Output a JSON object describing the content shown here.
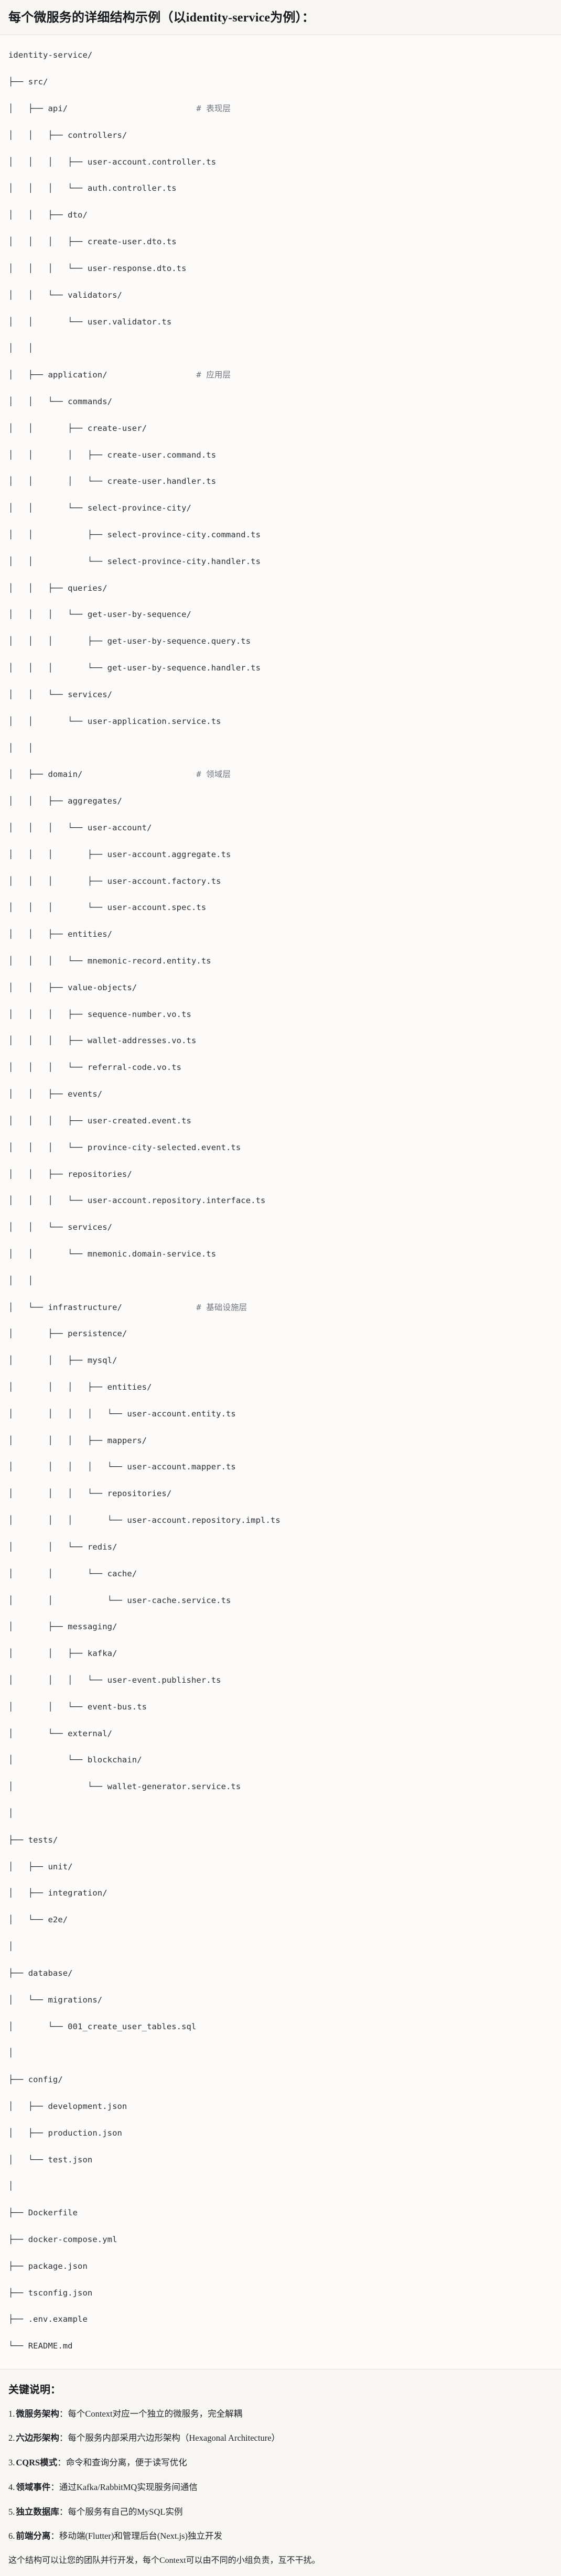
{
  "header": {
    "title": "每个微服务的详细结构示例（以identity-service为例）："
  },
  "tree": {
    "lines": [
      "identity-service/",
      "├── src/",
      "│   ├── api/                          # 表现层",
      "│   │   ├── controllers/",
      "│   │   │   ├── user-account.controller.ts",
      "│   │   │   └── auth.controller.ts",
      "│   │   ├── dto/",
      "│   │   │   ├── create-user.dto.ts",
      "│   │   │   └── user-response.dto.ts",
      "│   │   └── validators/",
      "│   │       └── user.validator.ts",
      "│   │",
      "│   ├── application/                  # 应用层",
      "│   │   └── commands/",
      "│   │       ├── create-user/",
      "│   │       │   ├── create-user.command.ts",
      "│   │       │   └── create-user.handler.ts",
      "│   │       └── select-province-city/",
      "│   │           ├── select-province-city.command.ts",
      "│   │           └── select-province-city.handler.ts",
      "│   │   ├── queries/",
      "│   │   │   └── get-user-by-sequence/",
      "│   │   │       ├── get-user-by-sequence.query.ts",
      "│   │   │       └── get-user-by-sequence.handler.ts",
      "│   │   └── services/",
      "│   │       └── user-application.service.ts",
      "│   │",
      "│   ├── domain/                       # 领域层",
      "│   │   ├── aggregates/",
      "│   │   │   └── user-account/",
      "│   │   │       ├── user-account.aggregate.ts",
      "│   │   │       ├── user-account.factory.ts",
      "│   │   │       └── user-account.spec.ts",
      "│   │   ├── entities/",
      "│   │   │   └── mnemonic-record.entity.ts",
      "│   │   ├── value-objects/",
      "│   │   │   ├── sequence-number.vo.ts",
      "│   │   │   ├── wallet-addresses.vo.ts",
      "│   │   │   └── referral-code.vo.ts",
      "│   │   ├── events/",
      "│   │   │   ├── user-created.event.ts",
      "│   │   │   └── province-city-selected.event.ts",
      "│   │   ├── repositories/",
      "│   │   │   └── user-account.repository.interface.ts",
      "│   │   └── services/",
      "│   │       └── mnemonic.domain-service.ts",
      "│   │",
      "│   └── infrastructure/               # 基础设施层",
      "│       ├── persistence/",
      "│       │   ├── mysql/",
      "│       │   │   ├── entities/",
      "│       │   │   │   └── user-account.entity.ts",
      "│       │   │   ├── mappers/",
      "│       │   │   │   └── user-account.mapper.ts",
      "│       │   │   └── repositories/",
      "│       │   │       └── user-account.repository.impl.ts",
      "│       │   └── redis/",
      "│       │       └── cache/",
      "│       │           └── user-cache.service.ts",
      "│       ├── messaging/",
      "│       │   ├── kafka/",
      "│       │   │   └── user-event.publisher.ts",
      "│       │   └── event-bus.ts",
      "│       └── external/",
      "│           └── blockchain/",
      "│               └── wallet-generator.service.ts",
      "│",
      "├── tests/",
      "│   ├── unit/",
      "│   ├── integration/",
      "│   └── e2e/",
      "│",
      "├── database/",
      "│   └── migrations/",
      "│       └── 001_create_user_tables.sql",
      "│",
      "├── config/",
      "│   ├── development.json",
      "│   ├── production.json",
      "│   └── test.json",
      "│",
      "├── Dockerfile",
      "├── docker-compose.yml",
      "├── package.json",
      "├── tsconfig.json",
      "├── .env.example",
      "└── README.md"
    ]
  },
  "notes": {
    "heading": "关键说明：",
    "items": [
      {
        "index": "1.",
        "term": "微服务架构",
        "sep": "：",
        "desc": "每个Context对应一个独立的微服务，完全解耦"
      },
      {
        "index": "2.",
        "term": "六边形架构",
        "sep": "：",
        "desc": "每个服务内部采用六边形架构（Hexagonal Architecture）"
      },
      {
        "index": "3.",
        "term": "CQRS模式",
        "sep": "：",
        "desc": "命令和查询分离，便于读写优化"
      },
      {
        "index": "4.",
        "term": "领域事件",
        "sep": "：",
        "desc": "通过Kafka/RabbitMQ实现服务间通信"
      },
      {
        "index": "5.",
        "term": "独立数据库",
        "sep": "：",
        "desc": "每个服务有自己的MySQL实例"
      },
      {
        "index": "6.",
        "term": "前端分离",
        "sep": "：",
        "desc": "移动端(Flutter)和管理后台(Next.js)独立开发"
      }
    ],
    "closing": "这个结构可以让您的团队并行开发，每个Context可以由不同的小组负责，互不干扰。"
  }
}
